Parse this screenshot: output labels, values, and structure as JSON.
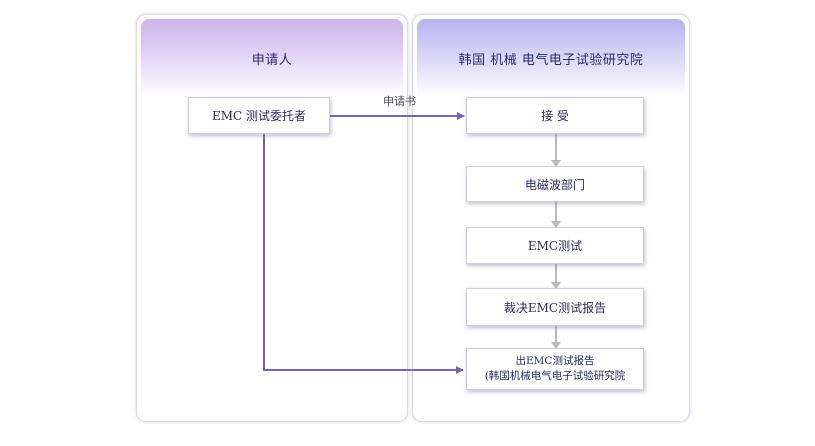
{
  "panels": {
    "left": {
      "title": "申请人"
    },
    "right": {
      "title": "韩国 机械 电气电子试验研究院"
    }
  },
  "flow_label": "申请书",
  "boxes": {
    "requester": "EMC 测试委托者",
    "receive": "接 受",
    "department": "电磁波部门",
    "emc_test": "EMC测试",
    "ruling": "裁决EMC测试报告",
    "issue_line1": "出EMC测试报告",
    "issue_line2": "(韩国机械电气电子试验研究院"
  },
  "colors": {
    "connector_purple": "#7b63ad",
    "connector_gray": "#b9b9c2"
  }
}
